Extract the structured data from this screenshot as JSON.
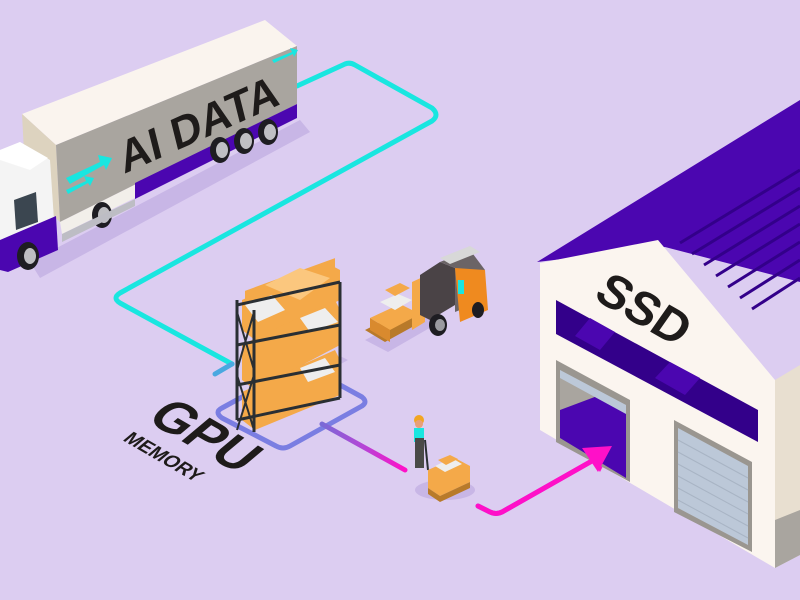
{
  "scene": {
    "background": "#dccdf1",
    "truck": {
      "label": "AI DATA",
      "trailer_side": "#a9a59f",
      "trailer_top": "#faf4ee",
      "stripe": "#4b06b0",
      "arrow_color": "#19e6e0"
    },
    "rack": {
      "label_main": "GPU",
      "label_sub": "MEMORY"
    },
    "warehouse": {
      "label": "SSD",
      "roof": "#4b06b0",
      "wall": "#fbf5ef"
    },
    "path": {
      "start_color": "#19e6e0",
      "mid_color": "#6a7ee0",
      "end_color": "#ff10c8"
    },
    "colors": {
      "box": "#f4a949",
      "box_dark": "#d98a2e",
      "box_white": "#eeeeee",
      "forklift": "#ef8a1f",
      "door_shutter": "#bcc8d8"
    }
  }
}
